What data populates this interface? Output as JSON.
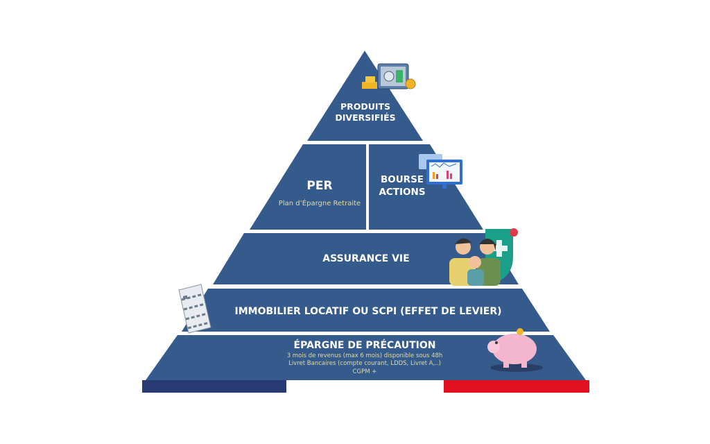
{
  "pyramid": {
    "tiers": [
      {
        "title_line1": "PRODUITS",
        "title_line2": "DIVERSIFIÉS"
      },
      {
        "title": "PER",
        "subtitle": "Plan d’Épargne Retraite"
      },
      {
        "title_line1": "BOURSE",
        "title_line2": "ACTIONS"
      },
      {
        "title": "ASSURANCE VIE"
      },
      {
        "title": "IMMOBILIER LOCATIF OU SCPI (EFFET DE LEVIER)"
      },
      {
        "title": "ÉPARGNE DE PRÉCAUTION",
        "lines": [
          "3 mois de revenus (max 6 mois) disponible sous 48h",
          "Livret Bancaires (compte courant, LDDS, Livret A,..)",
          "CGPM +"
        ]
      }
    ]
  },
  "colors": {
    "tier": "#355a8c",
    "flag_blue": "#283a74",
    "flag_red": "#e0101f",
    "subtitle": "#e3dba0"
  }
}
